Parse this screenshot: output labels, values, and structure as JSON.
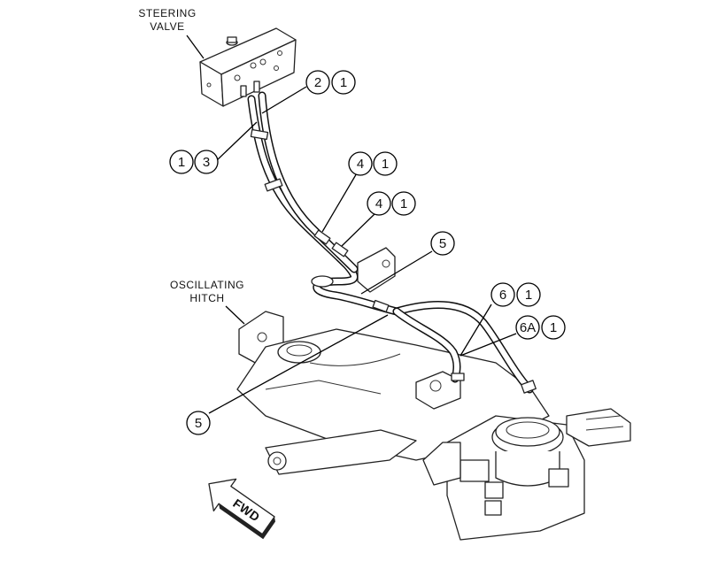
{
  "labels": {
    "steering_valve_line1": "STEERING",
    "steering_valve_line2": "VALVE",
    "hitch_line1": "OSCILLATING",
    "hitch_line2": "HITCH",
    "fwd": "FWD"
  },
  "callouts": [
    {
      "id": "c2-1",
      "item": "2",
      "qty": "1"
    },
    {
      "id": "c1-3",
      "item": "1",
      "qty": "3"
    },
    {
      "id": "c4-1a",
      "item": "4",
      "qty": "1"
    },
    {
      "id": "c4-1b",
      "item": "4",
      "qty": "1"
    },
    {
      "id": "c5-top",
      "item": "5",
      "qty": ""
    },
    {
      "id": "c6-1",
      "item": "6",
      "qty": "1"
    },
    {
      "id": "c6a-1",
      "item": "6A",
      "qty": "1"
    },
    {
      "id": "c5-bottom",
      "item": "5",
      "qty": ""
    }
  ]
}
